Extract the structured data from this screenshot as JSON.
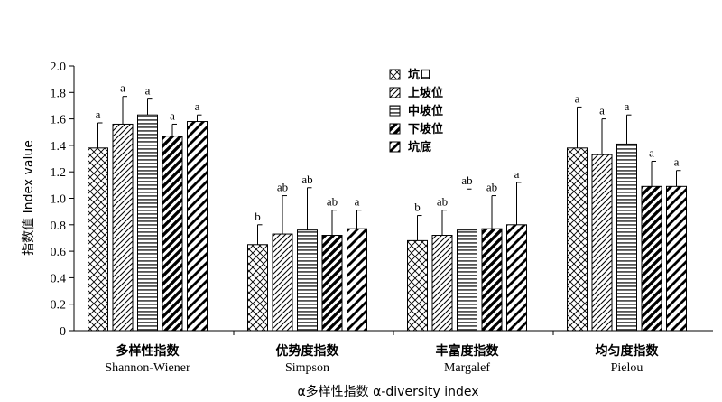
{
  "chart_data": {
    "type": "bar",
    "ylabel": "指数值 Index value",
    "xlabel": "α多样性指数 α-diversity index",
    "ylim": [
      0,
      2.0
    ],
    "yticks": [
      "0",
      "0.2",
      "0.4",
      "0.6",
      "0.8",
      "1.0",
      "1.2",
      "1.4",
      "1.6",
      "1.8",
      "2.0"
    ],
    "legend_position": "top-center",
    "categories": [
      {
        "cn": "多样性指数",
        "en": "Shannon-Wiener"
      },
      {
        "cn": "优势度指数",
        "en": "Simpson"
      },
      {
        "cn": "丰富度指数",
        "en": "Margalef"
      },
      {
        "cn": "均匀度指数",
        "en": "Pielou"
      }
    ],
    "series": [
      {
        "name": "坑口",
        "pattern": "cross-hatch",
        "values": [
          1.38,
          0.65,
          0.68,
          1.38
        ],
        "errors": [
          0.19,
          0.15,
          0.19,
          0.31
        ],
        "labels": [
          "a",
          "b",
          "b",
          "a"
        ]
      },
      {
        "name": "上坡位",
        "pattern": "forward-diagonal",
        "values": [
          1.56,
          0.73,
          0.72,
          1.33
        ],
        "errors": [
          0.21,
          0.29,
          0.19,
          0.27
        ],
        "labels": [
          "a",
          "ab",
          "ab",
          "a"
        ]
      },
      {
        "name": "中坡位",
        "pattern": "horizontal-lines",
        "values": [
          1.63,
          0.76,
          0.76,
          1.41
        ],
        "errors": [
          0.12,
          0.32,
          0.31,
          0.22
        ],
        "labels": [
          "a",
          "ab",
          "ab",
          "a"
        ]
      },
      {
        "name": "下坡位",
        "pattern": "bold-diagonal",
        "values": [
          1.47,
          0.72,
          0.77,
          1.09
        ],
        "errors": [
          0.09,
          0.19,
          0.25,
          0.19
        ],
        "labels": [
          "a",
          "ab",
          "ab",
          "a"
        ]
      },
      {
        "name": "坑底",
        "pattern": "wide-diagonal",
        "values": [
          1.58,
          0.77,
          0.8,
          1.09
        ],
        "errors": [
          0.05,
          0.14,
          0.32,
          0.12
        ],
        "labels": [
          "a",
          "a",
          "a",
          "a"
        ]
      }
    ]
  }
}
